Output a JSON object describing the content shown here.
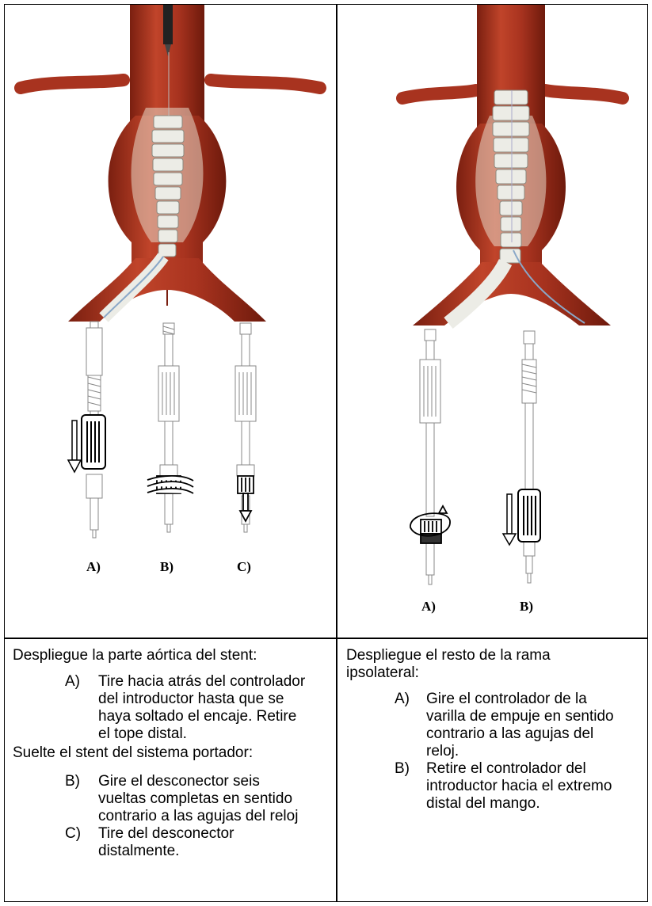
{
  "figures": {
    "left": {
      "labels": [
        "A)",
        "B)",
        "C)"
      ]
    },
    "right": {
      "labels": [
        "A)",
        "B)"
      ]
    }
  },
  "left_text": {
    "heading1": "Despliegue la parte aórtica del stent:",
    "items1": [
      {
        "letter": "A)",
        "lines": [
          "Tire hacia atrás del controlador",
          "del introductor hasta que se",
          "haya soltado el encaje. Retire",
          "el tope distal."
        ]
      }
    ],
    "heading2": "Suelte el stent del sistema portador:",
    "items2": [
      {
        "letter": "B)",
        "lines": [
          "Gire el desconector seis",
          "vueltas completas en sentido",
          "contrario a las agujas del reloj"
        ]
      },
      {
        "letter": "C)",
        "lines": [
          "Tire del desconector",
          "distalmente."
        ]
      }
    ]
  },
  "right_text": {
    "heading": [
      "Despliegue el resto de la rama",
      "ipsolateral:"
    ],
    "items": [
      {
        "letter": "A)",
        "lines": [
          "Gire el controlador de la",
          "varilla de empuje en sentido",
          "contrario a las agujas del",
          "reloj."
        ]
      },
      {
        "letter": "B)",
        "lines": [
          "Retire el controlador del",
          "introductor hacia el extremo",
          "distal del mango."
        ]
      }
    ]
  }
}
